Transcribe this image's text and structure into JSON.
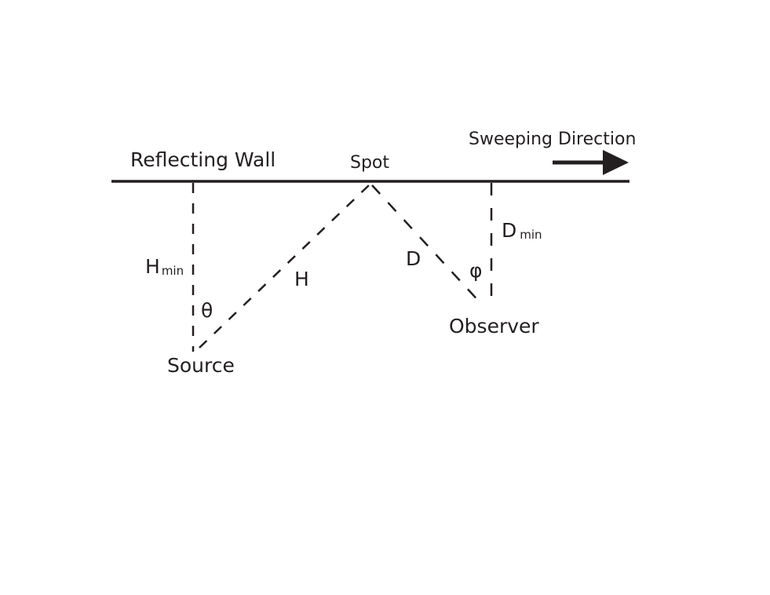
{
  "diagram": {
    "wall_label": "Reflecting Wall",
    "spot_label": "Spot",
    "sweep_label": "Sweeping Direction",
    "source_label": "Source",
    "observer_label": "Observer",
    "h_min": {
      "main": "H",
      "sub": "min"
    },
    "h_label": "H",
    "theta_label": "θ",
    "d_label": "D",
    "phi_label": "φ",
    "d_min": {
      "main": "D",
      "sub": "min"
    },
    "colors": {
      "ink": "#231f20",
      "background": "#ffffff"
    }
  }
}
